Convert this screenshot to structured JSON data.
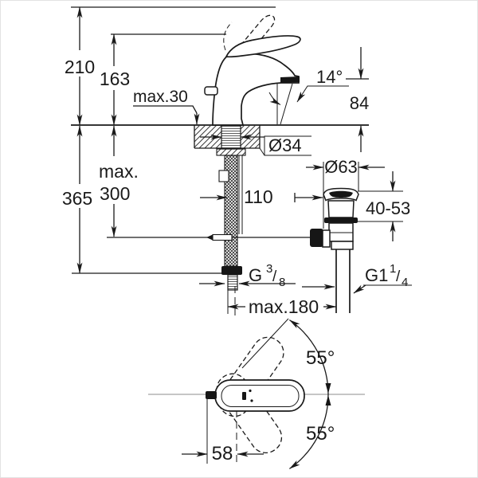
{
  "drawing": {
    "kind": "technical-dimension-drawing",
    "subject": "single-lever basin mixer with pop-up waste, side view and top view"
  },
  "colors": {
    "line": "#1a1a1a",
    "centerline": "#8c8c8c",
    "background": "#ffffff"
  },
  "labels": {
    "dim_210": "210",
    "dim_163": "163",
    "max_30": "max.30",
    "angle_14": "14°",
    "dim_84": "84",
    "dia_34": "Ø34",
    "dia_63": "Ø63",
    "max_word": "max.",
    "dim_300": "300",
    "dim_365": "365",
    "dim_110": "110",
    "range_40_53": "40-53",
    "g38": {
      "base": "G",
      "num": "3",
      "slash": "/",
      "den": "8"
    },
    "g114": {
      "base": "G1",
      "num": "1",
      "slash": "/",
      "den": "4"
    },
    "max_180": "max.180",
    "angle_55_top": "55°",
    "angle_55_bottom": "55°",
    "dim_58": "58"
  }
}
